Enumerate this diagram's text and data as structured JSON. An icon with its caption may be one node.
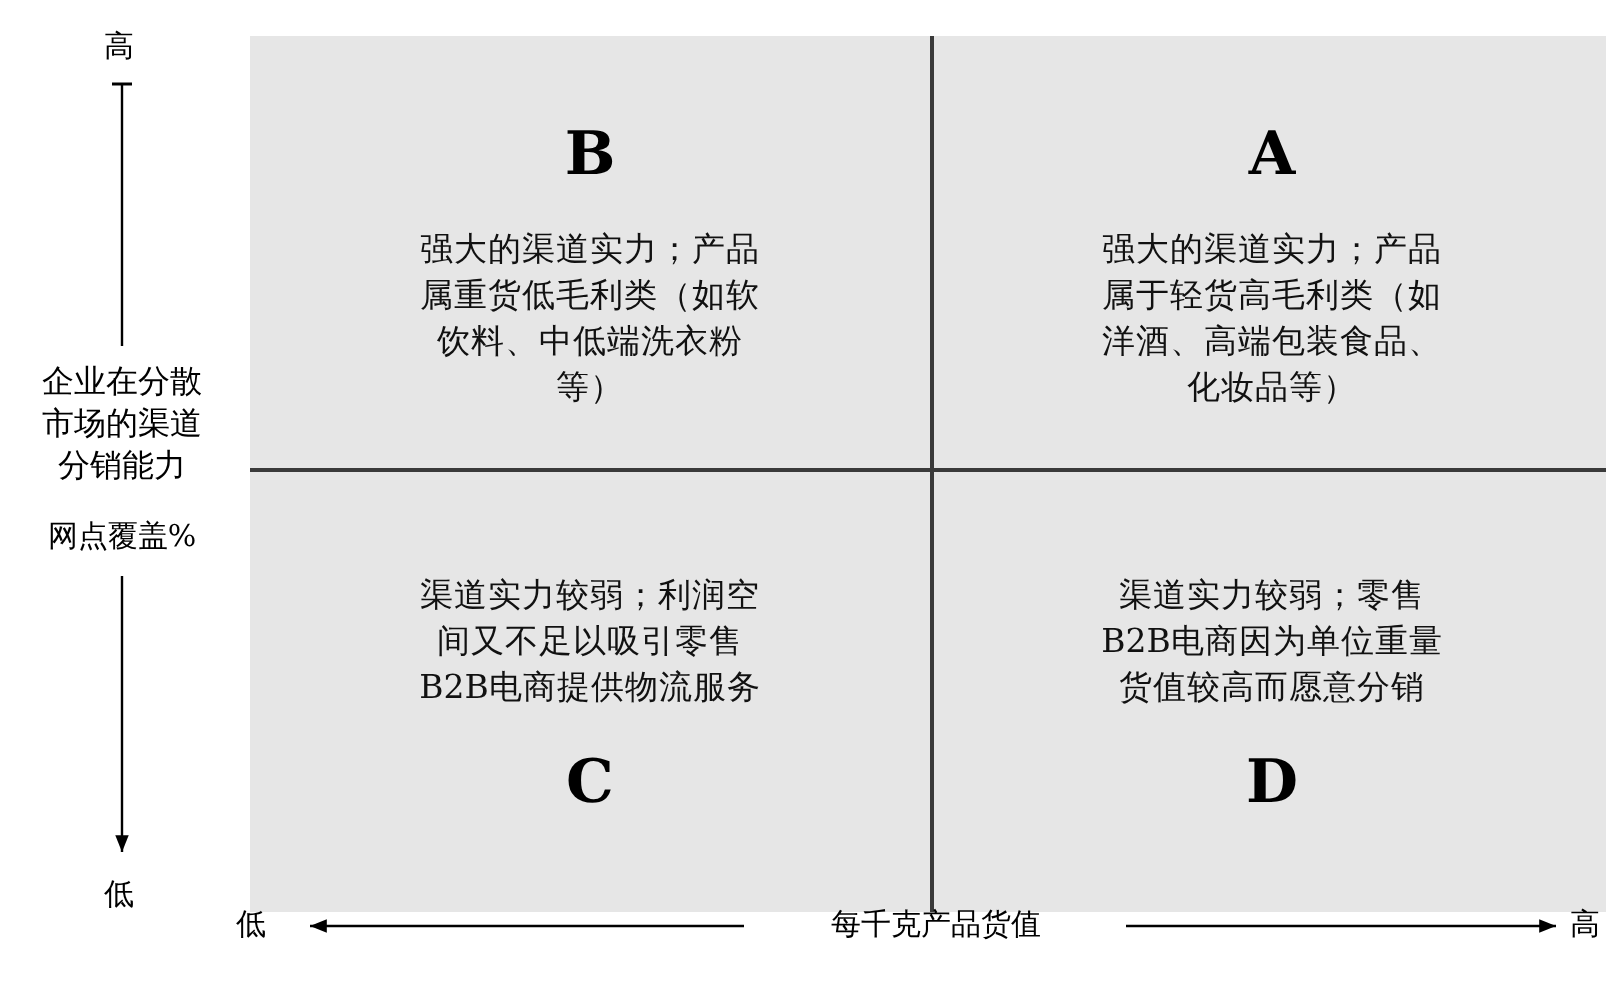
{
  "diagram": {
    "nodes": [
      {
        "text": [
          "B",
          "强大的渠道实力；产品属重货低毛利类（如软饮料、中低端洗衣粉等）"
        ]
      },
      {
        "text": [
          "A",
          "强大的渠道实力；产品属于轻货高毛利类（如洋酒、高端包装食品、化妆品等）"
        ]
      },
      {
        "text": [
          "渠道实力较弱；利润空间又不足以吸引零售B2B电商提供物流服务",
          "C"
        ]
      },
      {
        "text": [
          "渠道实力较弱；零售B2B电商因为单位重量货值较高而愿意分销",
          "D"
        ]
      }
    ],
    "labels": [
      "高",
      "企业在分散市场的渠道分销能力",
      "网点覆盖%",
      "低",
      "低",
      "每千克产品货值",
      "高"
    ]
  }
}
